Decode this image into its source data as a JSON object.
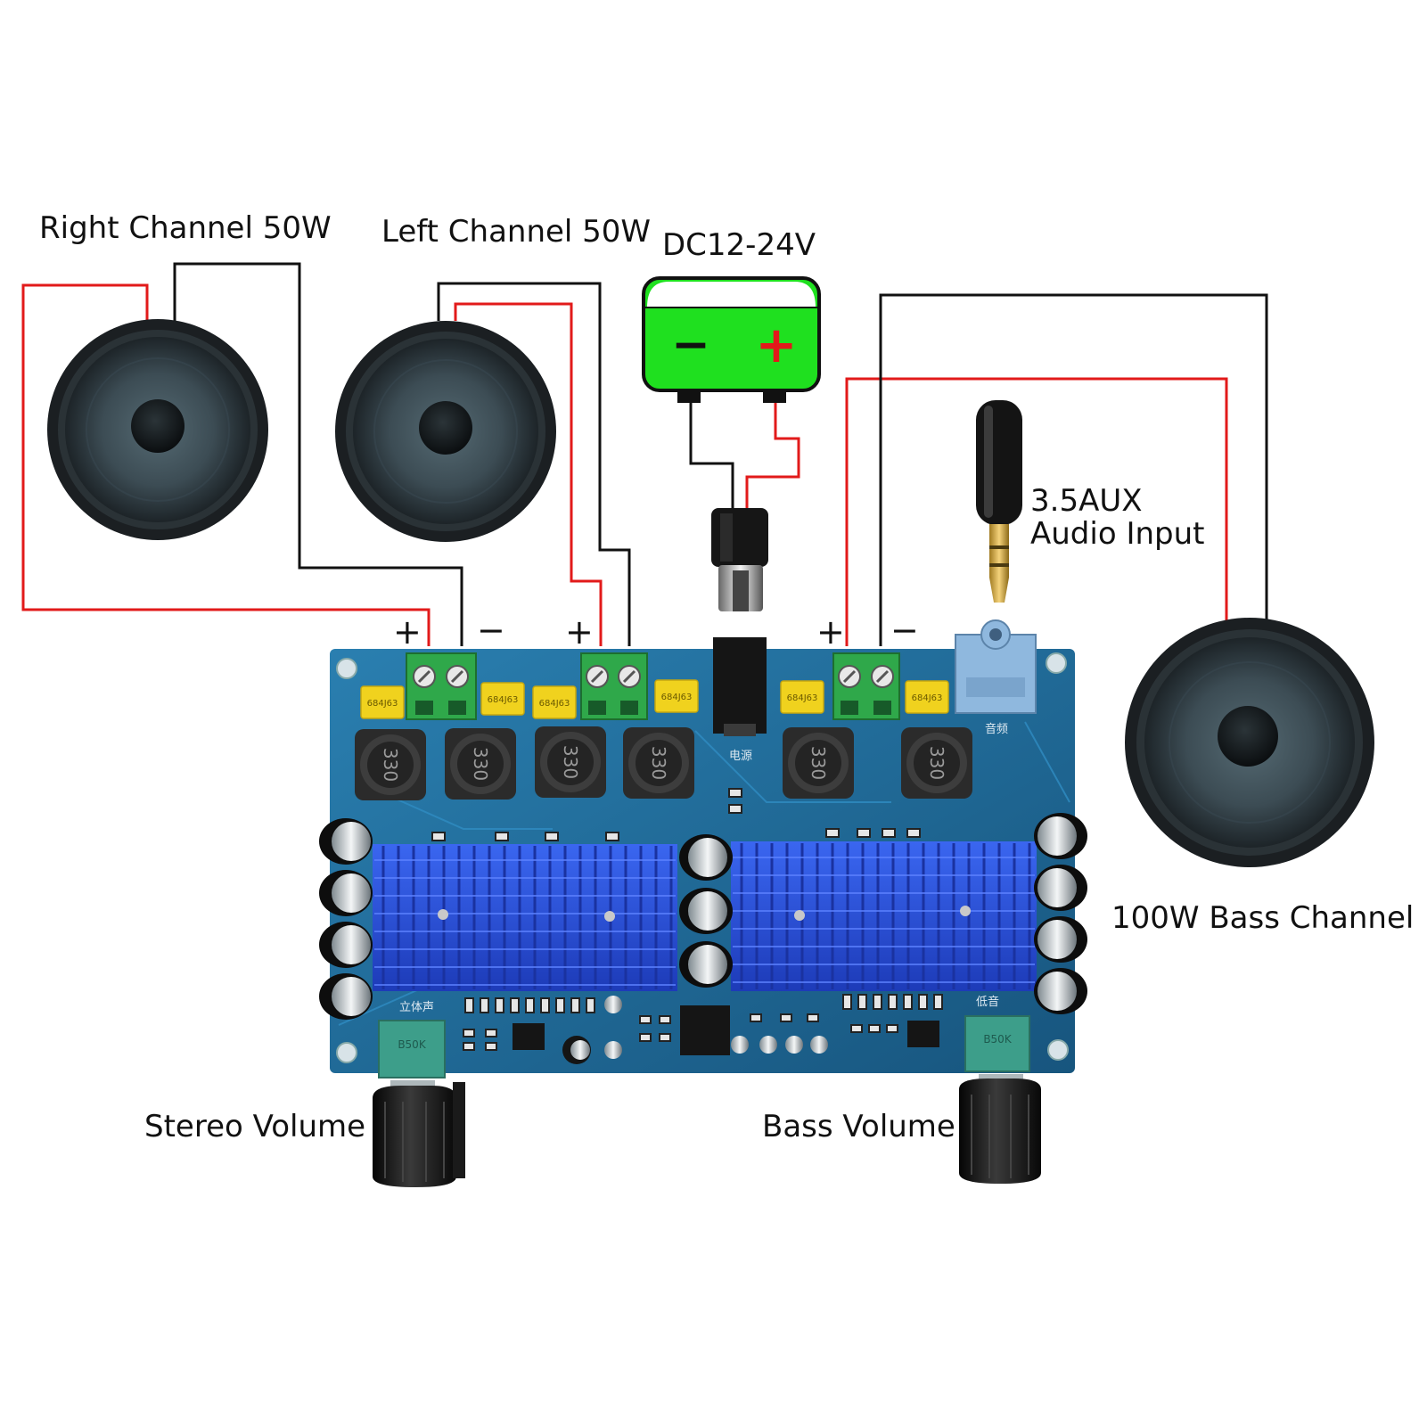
{
  "labels": {
    "right_channel": "Right Channel 50W",
    "left_channel": "Left Channel 50W",
    "power_supply": "DC12-24V",
    "aux_line1": "3.5AUX",
    "aux_line2": "Audio Input",
    "bass_channel": "100W Bass Channel",
    "stereo_volume": "Stereo Volume",
    "bass_volume": "Bass Volume"
  },
  "terminal_signs": {
    "right_plus": "+",
    "right_minus": "−",
    "left_plus": "+",
    "bass_plus": "+",
    "bass_minus": "−"
  },
  "battery_signs": {
    "minus": "−",
    "plus": "+"
  },
  "inductor_marking": "330",
  "capacitor_marking": "684J63",
  "silkscreen": {
    "power": "电源",
    "audio": "音频",
    "stereo": "立体声",
    "bass": "低音",
    "pot_marking": "B50K"
  },
  "colors": {
    "wire_red": "#e21a1a",
    "wire_black": "#111111",
    "battery_fill": "#1fe01f",
    "pcb": "#1f6fa0",
    "heatsink": "#2a4fd8",
    "terminal_green": "#2fa84a",
    "capacitor_yellow": "#f0d21e",
    "aux_jack": "#8fb8de"
  },
  "icons": [
    "speaker-icon",
    "battery-icon",
    "dc-plug-icon",
    "aux-plug-icon",
    "volume-knob-icon"
  ]
}
